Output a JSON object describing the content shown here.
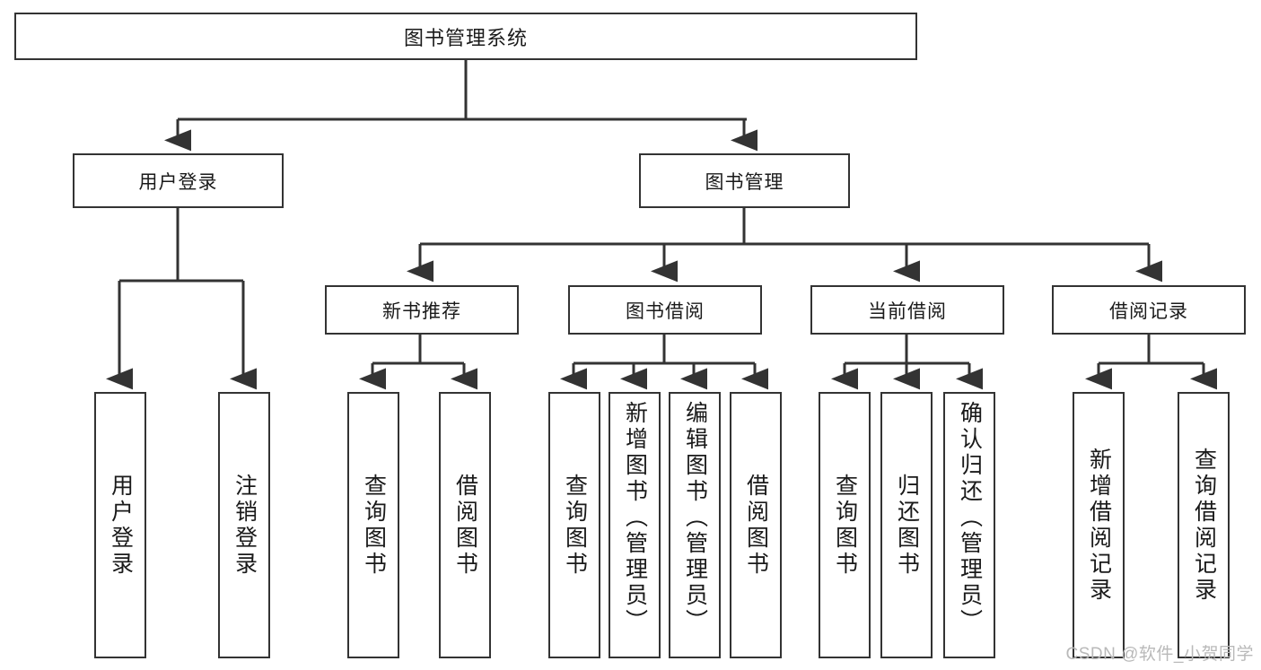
{
  "diagram": {
    "title": "图书管理系统",
    "type": "hierarchy-tree",
    "colors": {
      "box_border": "#333333",
      "box_fill": "#ffffff",
      "connector": "#333333",
      "text": "#1a1a1a",
      "watermark": "#b9b9b9"
    },
    "root": {
      "label": "图书管理系统"
    },
    "level2": [
      {
        "label": "用户登录"
      },
      {
        "label": "图书管理"
      }
    ],
    "level3": [
      {
        "label": "新书推荐"
      },
      {
        "label": "图书借阅"
      },
      {
        "label": "当前借阅"
      },
      {
        "label": "借阅记录"
      }
    ],
    "leaves": {
      "user_login": [
        {
          "label": "用户登录"
        },
        {
          "label": "注销登录"
        }
      ],
      "new_book": [
        {
          "label": "查询图书"
        },
        {
          "label": "借阅图书"
        }
      ],
      "book_borrow": [
        {
          "label": "查询图书"
        },
        {
          "label": "新增图书（管理员）"
        },
        {
          "label": "编辑图书（管理员）"
        },
        {
          "label": "借阅图书"
        }
      ],
      "current_borrow": [
        {
          "label": "查询图书"
        },
        {
          "label": "归还图书"
        },
        {
          "label": "确认归还（管理员）"
        }
      ],
      "borrow_record": [
        {
          "label": "新增借阅记录"
        },
        {
          "label": "查询借阅记录"
        }
      ]
    },
    "watermark": "CSDN @软件_小贺同学"
  }
}
